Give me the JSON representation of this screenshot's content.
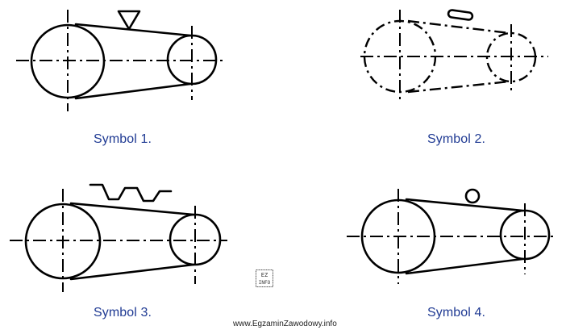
{
  "labels": {
    "symbol1": "Symbol 1.",
    "symbol2": "Symbol 2.",
    "symbol3": "Symbol 3.",
    "symbol4": "Symbol 4."
  },
  "watermark": "www.EgzaminZawodowy.info",
  "logo_text": "EZ INFO",
  "colors": {
    "caption": "#1f3a93",
    "stroke": "#000000"
  }
}
